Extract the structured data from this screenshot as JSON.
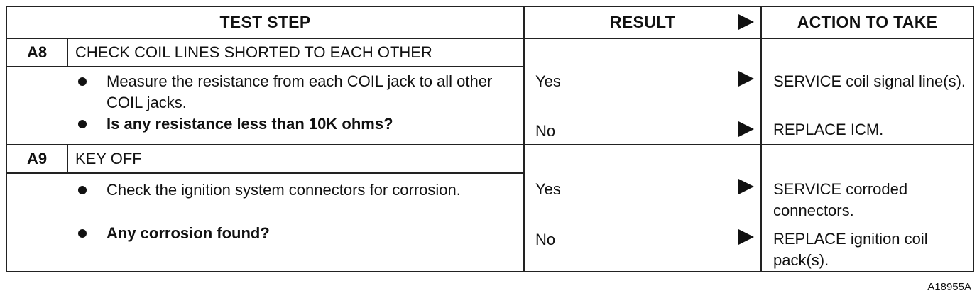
{
  "header": {
    "test_step": "TEST STEP",
    "result": "RESULT",
    "action": "ACTION TO TAKE"
  },
  "steps": [
    {
      "id": "A8",
      "title": "CHECK COIL LINES SHORTED TO EACH OTHER",
      "bullets": [
        "Measure the resistance from each COIL jack to all other COIL jacks.",
        "Is any resistance less than 10K ohms?"
      ],
      "results": [
        {
          "result": "Yes",
          "action": "SERVICE coil signal line(s)."
        },
        {
          "result": "No",
          "action": "REPLACE ICM."
        }
      ]
    },
    {
      "id": "A9",
      "title": "KEY OFF",
      "bullets": [
        "Check the ignition system connectors for corrosion.",
        "Any corrosion found?"
      ],
      "results": [
        {
          "result": "Yes",
          "action": "SERVICE corroded connectors."
        },
        {
          "result": "No",
          "action": "REPLACE ignition coil pack(s)."
        }
      ]
    }
  ],
  "figure_ref": "A18955A",
  "icons": {
    "arrow": "right-triangle-icon"
  }
}
